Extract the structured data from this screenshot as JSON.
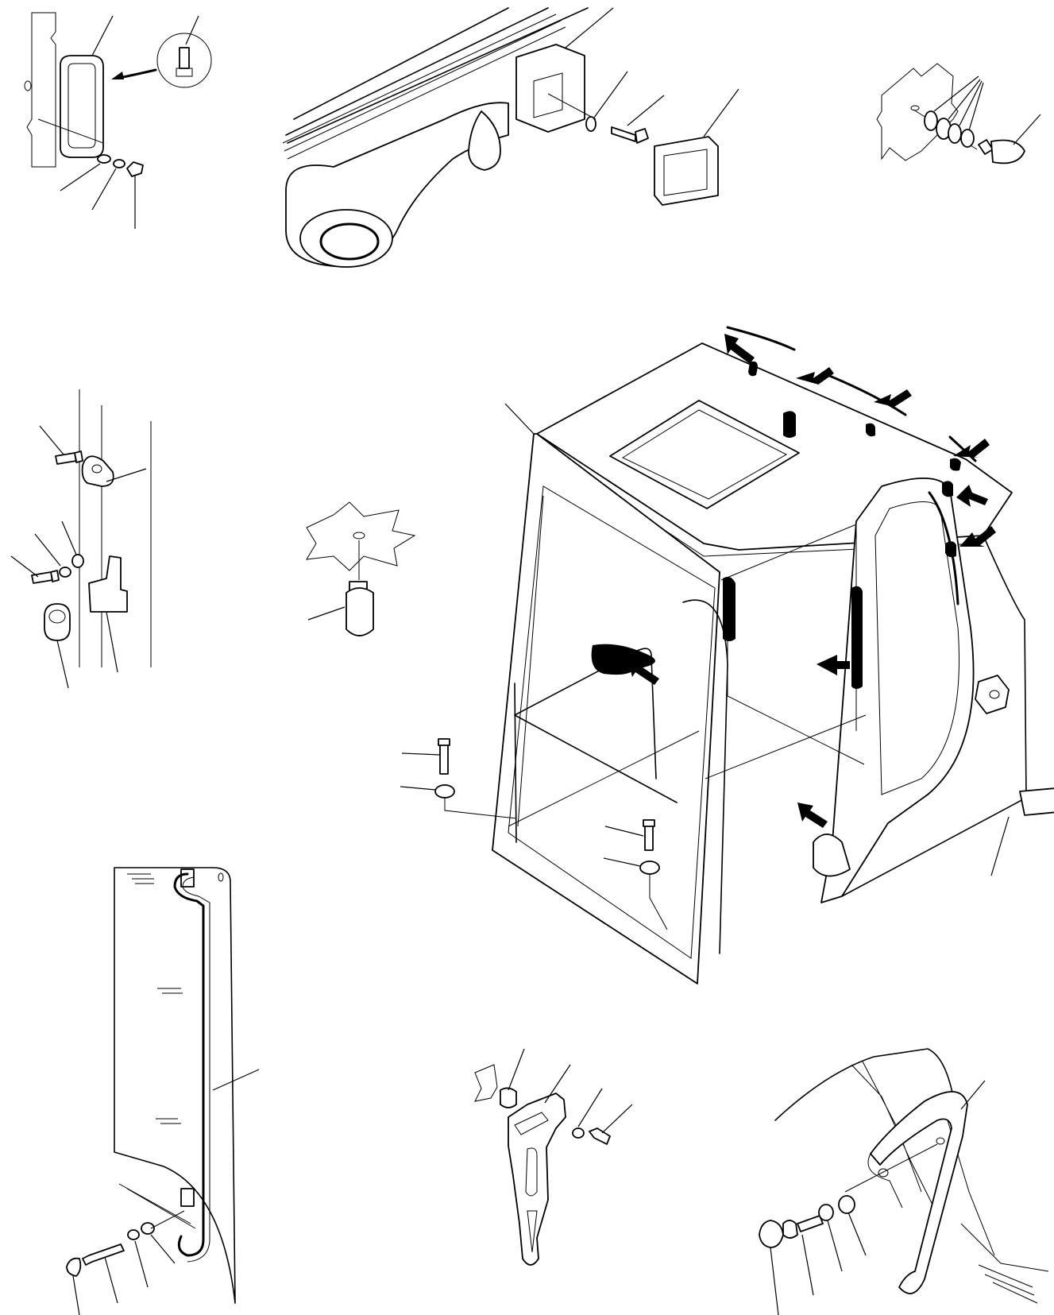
{
  "figure": {
    "views": [
      {
        "id": "rear-lamp-detail"
      },
      {
        "id": "boom-foot-bracket-detail"
      },
      {
        "id": "cab-roof-stopper-detail"
      },
      {
        "id": "door-lock-striker-detail"
      },
      {
        "id": "rubber-stopper-detail"
      },
      {
        "id": "operator-cab-main-view"
      },
      {
        "id": "long-handrail-detail"
      },
      {
        "id": "cab-door-catch-detail"
      },
      {
        "id": "side-handrail-detail"
      }
    ],
    "arrow_markers": 11,
    "icons": [
      "arrow-icon",
      "bolt-icon",
      "washer-icon",
      "cap-icon"
    ]
  }
}
